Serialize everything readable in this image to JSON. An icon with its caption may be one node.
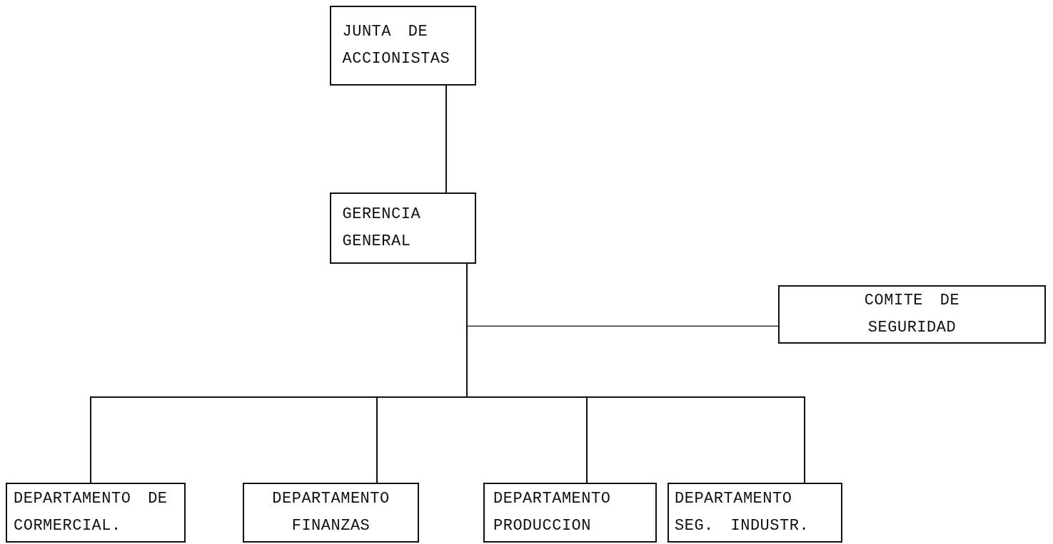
{
  "diagram": {
    "nodes": [
      {
        "text": [
          "JUNTA DE ACCIONISTAS"
        ]
      },
      {
        "text": [
          "GERENCIA GENERAL"
        ]
      },
      {
        "text": [
          "COMITE DE SEGURIDAD"
        ]
      },
      {
        "text": [
          "DEPARTAMENTO DE CORMERCIAL."
        ]
      },
      {
        "text": [
          "DEPARTAMENTO FINANZAS"
        ]
      },
      {
        "text": [
          "DEPARTAMENTO PRODUCCION"
        ]
      },
      {
        "text": [
          "DEPARTAMENTO SEG. INDUSTR."
        ]
      }
    ],
    "edges": [
      {
        "from": 0,
        "to": 1,
        "arrow": "none"
      },
      {
        "from": 1,
        "to": 2,
        "arrow": "none"
      },
      {
        "from": 1,
        "to": 3,
        "arrow": "none"
      },
      {
        "from": 1,
        "to": 4,
        "arrow": "none"
      },
      {
        "from": 1,
        "to": 5,
        "arrow": "none"
      },
      {
        "from": 1,
        "to": 6,
        "arrow": "none"
      }
    ]
  }
}
